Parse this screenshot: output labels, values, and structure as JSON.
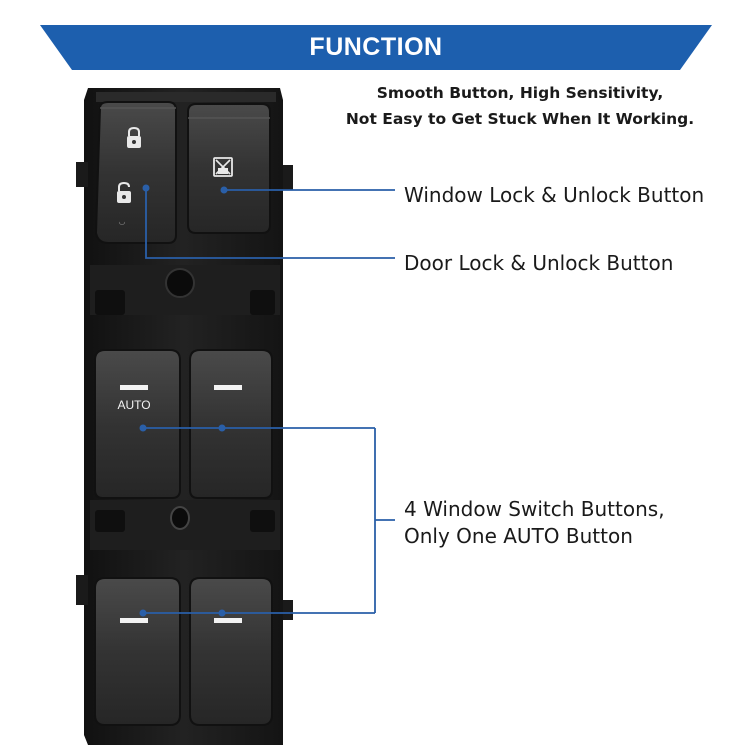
{
  "banner": {
    "title": "FUNCTION"
  },
  "subtitle": {
    "line1": "Smooth Button, High Sensitivity,",
    "line2": "Not Easy to Get Stuck When It Working."
  },
  "callouts": {
    "window_lock": "Window Lock & Unlock Button",
    "door_lock": "Door Lock & Unlock Button",
    "switches_line1": "4 Window Switch Buttons,",
    "switches_line2": "Only One AUTO Button"
  },
  "buttons": {
    "auto_label": "AUTO"
  },
  "icons": {
    "door_lock": "padlock-closed-icon",
    "door_unlock": "padlock-open-icon",
    "window_lock": "window-lock-icon"
  },
  "colors": {
    "banner": "#1d5fae",
    "leader_line": "#2a5fa8",
    "panel": "#1b1b1b",
    "button": "#2f2f2f"
  }
}
